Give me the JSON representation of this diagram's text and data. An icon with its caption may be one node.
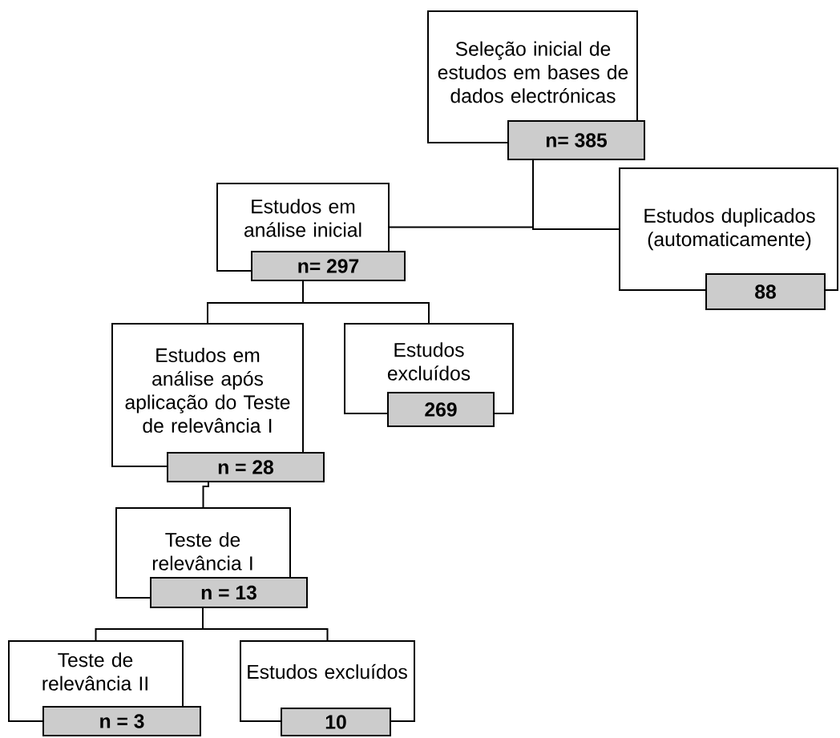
{
  "diagram": {
    "nodes": [
      {
        "text": [
          "Seleção inicial de estudos em bases de dados electrónicas",
          "n= 385"
        ]
      },
      {
        "text": [
          "Estudos em análise inicial",
          "n= 297"
        ]
      },
      {
        "text": [
          "Estudos duplicados (automaticamente)",
          "88"
        ]
      },
      {
        "text": [
          "Estudos em análise após aplicação do Teste de relevância I",
          "n = 28"
        ]
      },
      {
        "text": [
          "Estudos excluídos",
          "269"
        ]
      },
      {
        "text": [
          "Teste de relevância I",
          "n = 13"
        ]
      },
      {
        "text": [
          "Teste de relevância II",
          "n = 3"
        ]
      },
      {
        "text": [
          "Estudos excluídos",
          "10"
        ]
      }
    ],
    "edges": [
      {
        "from": 0,
        "to": 1,
        "arrow": "none"
      },
      {
        "from": 0,
        "to": 2,
        "arrow": "none"
      },
      {
        "from": 1,
        "to": 3,
        "arrow": "none"
      },
      {
        "from": 1,
        "to": 4,
        "arrow": "none"
      },
      {
        "from": 3,
        "to": 5,
        "arrow": "none"
      },
      {
        "from": 5,
        "to": 6,
        "arrow": "none"
      },
      {
        "from": 5,
        "to": 7,
        "arrow": "none"
      }
    ]
  }
}
